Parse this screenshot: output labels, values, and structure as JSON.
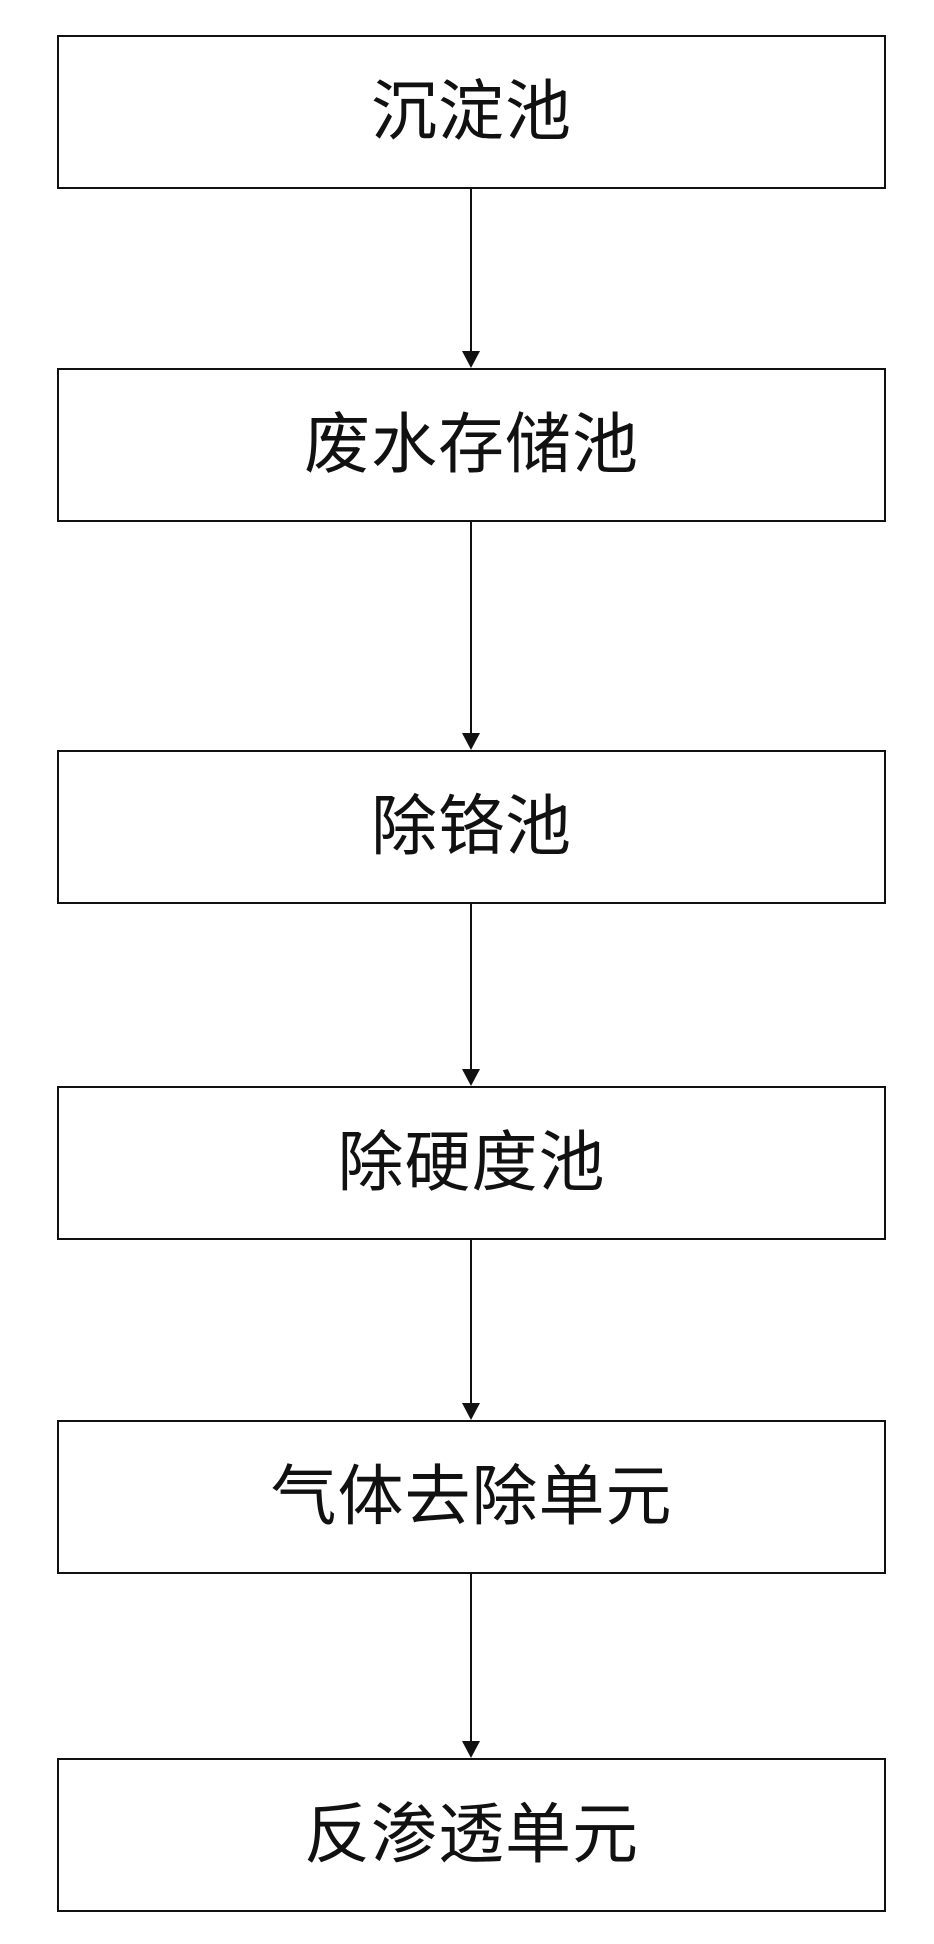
{
  "flowchart": {
    "steps": [
      {
        "label": "沉淀池"
      },
      {
        "label": "废水存储池"
      },
      {
        "label": "除铬池"
      },
      {
        "label": "除硬度池"
      },
      {
        "label": "气体去除单元"
      },
      {
        "label": "反渗透单元"
      }
    ]
  }
}
